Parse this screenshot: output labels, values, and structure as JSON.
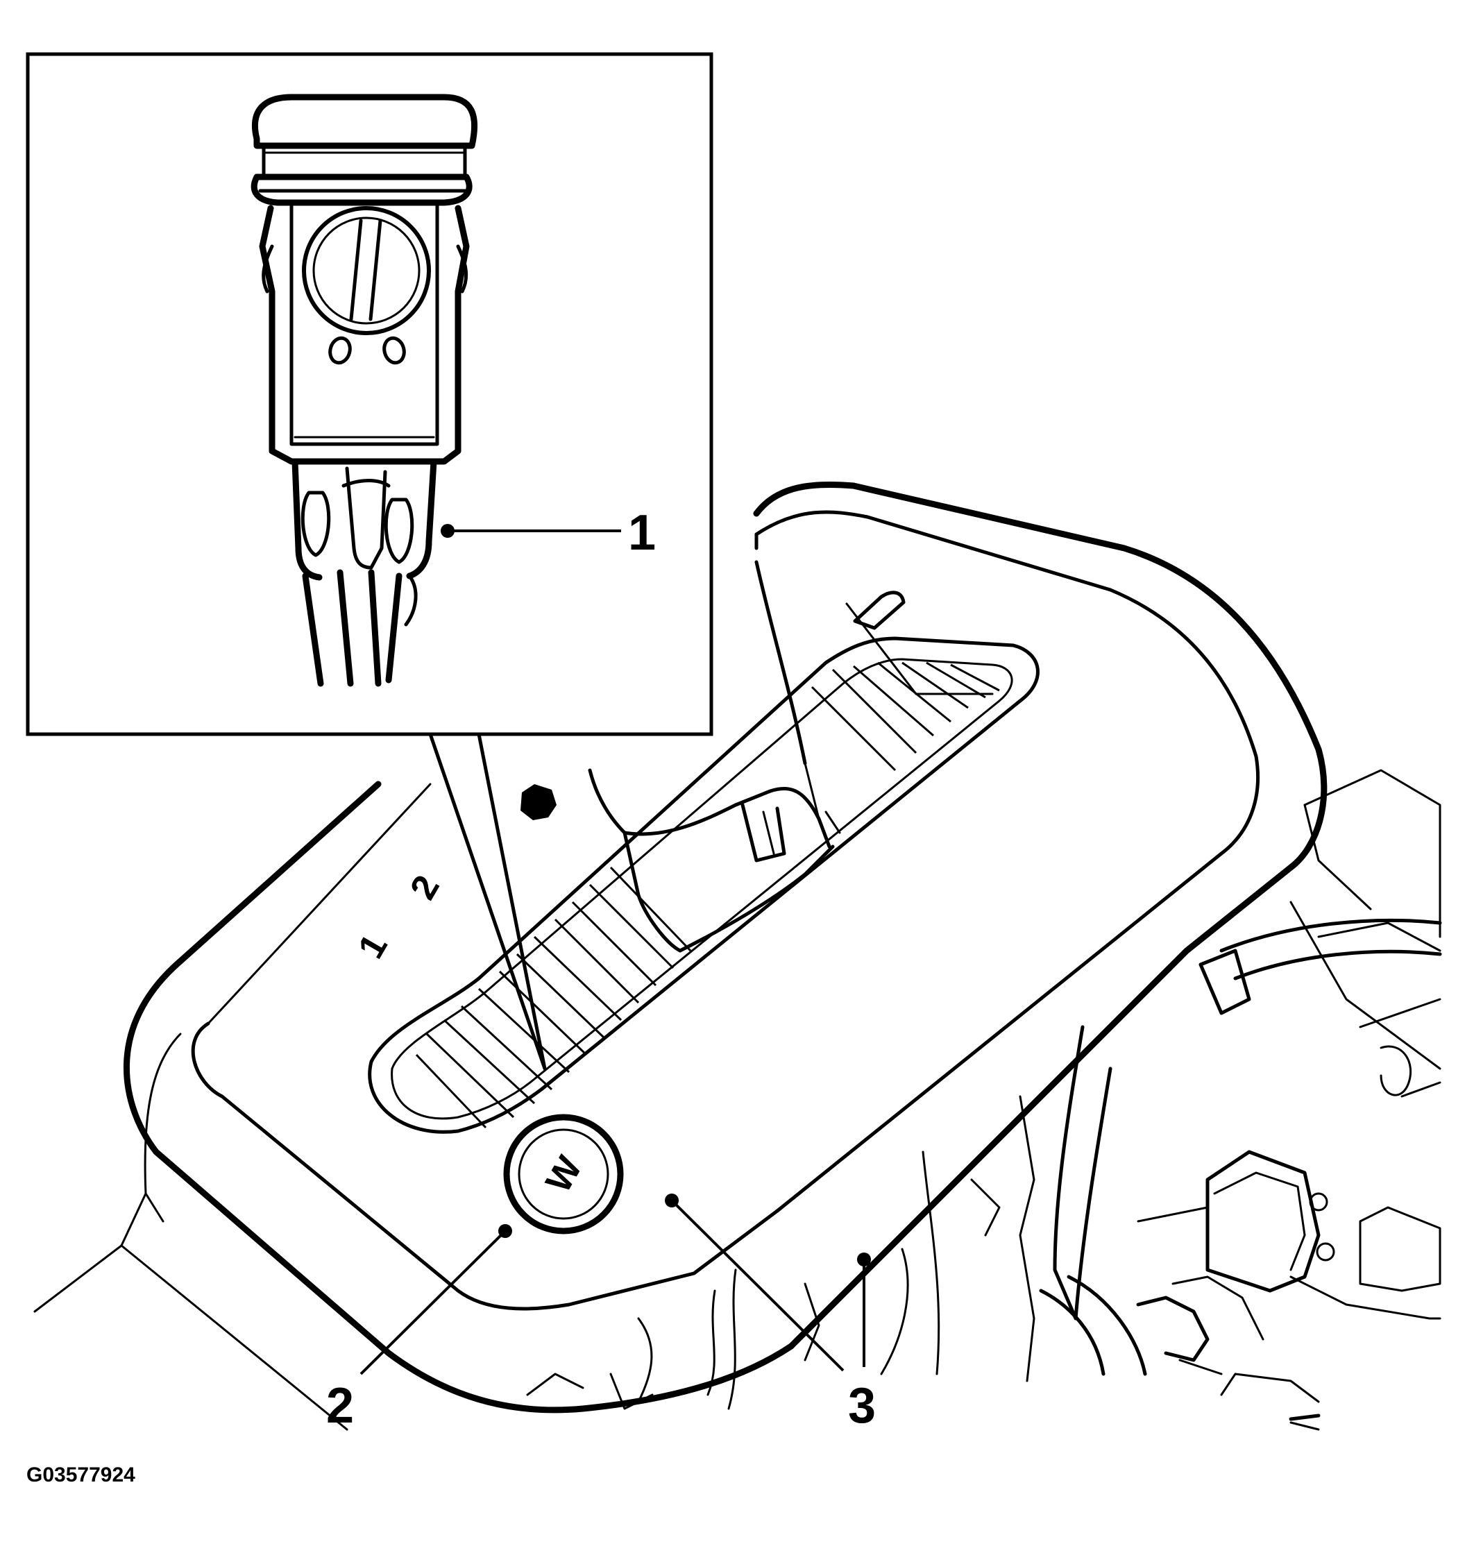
{
  "callouts": [
    {
      "id": "callout-1",
      "label": "1"
    },
    {
      "id": "callout-2",
      "label": "2"
    },
    {
      "id": "callout-3",
      "label": "3"
    }
  ],
  "gear_marks": {
    "gear_1": "1",
    "gear_2": "2"
  },
  "emblem_letter": "W",
  "figure_id": "G03577924"
}
